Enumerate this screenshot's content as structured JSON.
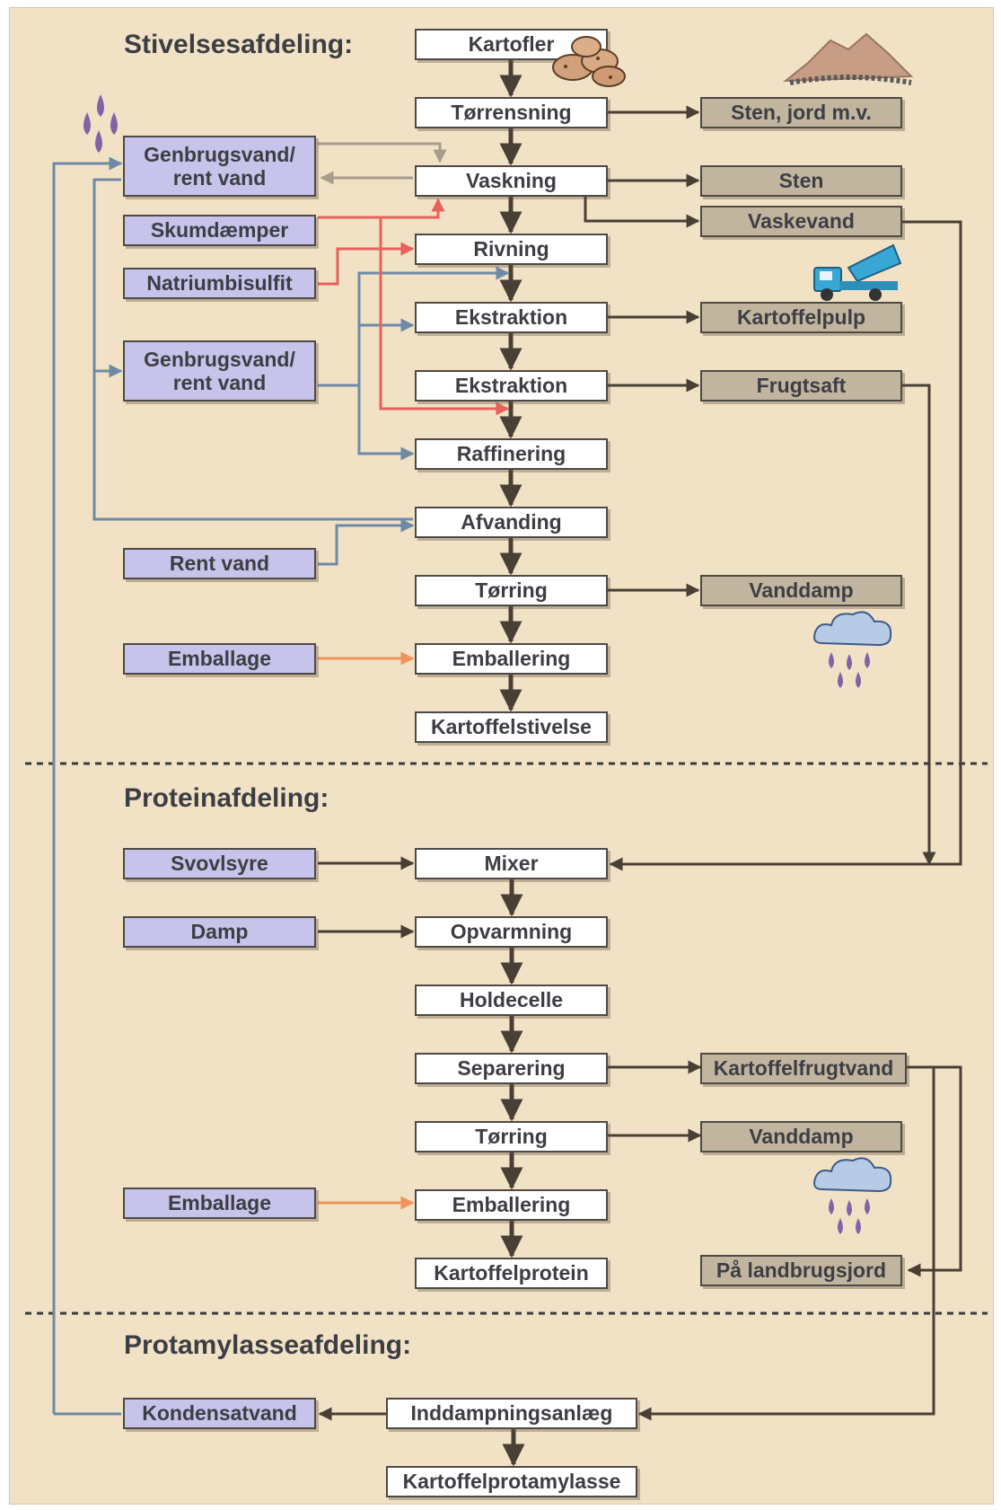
{
  "sections": {
    "starch": "Stivelsesafdeling:",
    "protein": "Proteinafdeling:",
    "protamylasse": "Protamylasseafdeling:"
  },
  "starch": {
    "process": [
      "Kartofler",
      "Tørrensning",
      "Vaskning",
      "Rivning",
      "Ekstraktion",
      "Ekstraktion",
      "Raffinering",
      "Afvanding",
      "Tørring",
      "Emballering",
      "Kartoffelstivelse"
    ],
    "inputs": {
      "recycled_water_1_line1": "Genbrugsvand/",
      "recycled_water_1_line2": "rent vand",
      "antifoam": "Skumdæmper",
      "bisulfite": "Natriumbisulfit",
      "recycled_water_2_line1": "Genbrugsvand/",
      "recycled_water_2_line2": "rent vand",
      "clean_water": "Rent vand",
      "packaging": "Emballage"
    },
    "outputs": {
      "stones_soil": "Sten, jord m.v.",
      "stones": "Sten",
      "wash_water": "Vaskevand",
      "potato_pulp": "Kartoffelpulp",
      "fruit_juice": "Frugtsaft",
      "steam": "Vanddamp"
    }
  },
  "protein": {
    "process": [
      "Mixer",
      "Opvarmning",
      "Holdecelle",
      "Separering",
      "Tørring",
      "Emballering",
      "Kartoffelprotein"
    ],
    "inputs": {
      "sulfuric_acid": "Svovlsyre",
      "steam": "Damp",
      "packaging": "Emballage"
    },
    "outputs": {
      "fruit_water": "Kartoffelfrugtvand",
      "vapour": "Vanddamp",
      "farmland": "På landbrugsjord"
    }
  },
  "protamylasse": {
    "evaporation": "Inddampningsanlæg",
    "condensate": "Kondensatvand",
    "product": "Kartoffelprotamylasse"
  },
  "colors": {
    "background": "#f1e2c6",
    "process_box": "#ffffff",
    "input_box": "#c7c3ea",
    "output_box": "#c2b59f",
    "main_flow": "#4a3f35",
    "water_line": "#6e8aa6",
    "chemical_line": "#e8615a",
    "packaging_line": "#f2925a",
    "recycle_line": "#a89c8a"
  },
  "icons": [
    "potatoes-icon",
    "soil-heap-icon",
    "water-drops-icon",
    "tipper-truck-icon",
    "rain-cloud-icon"
  ]
}
